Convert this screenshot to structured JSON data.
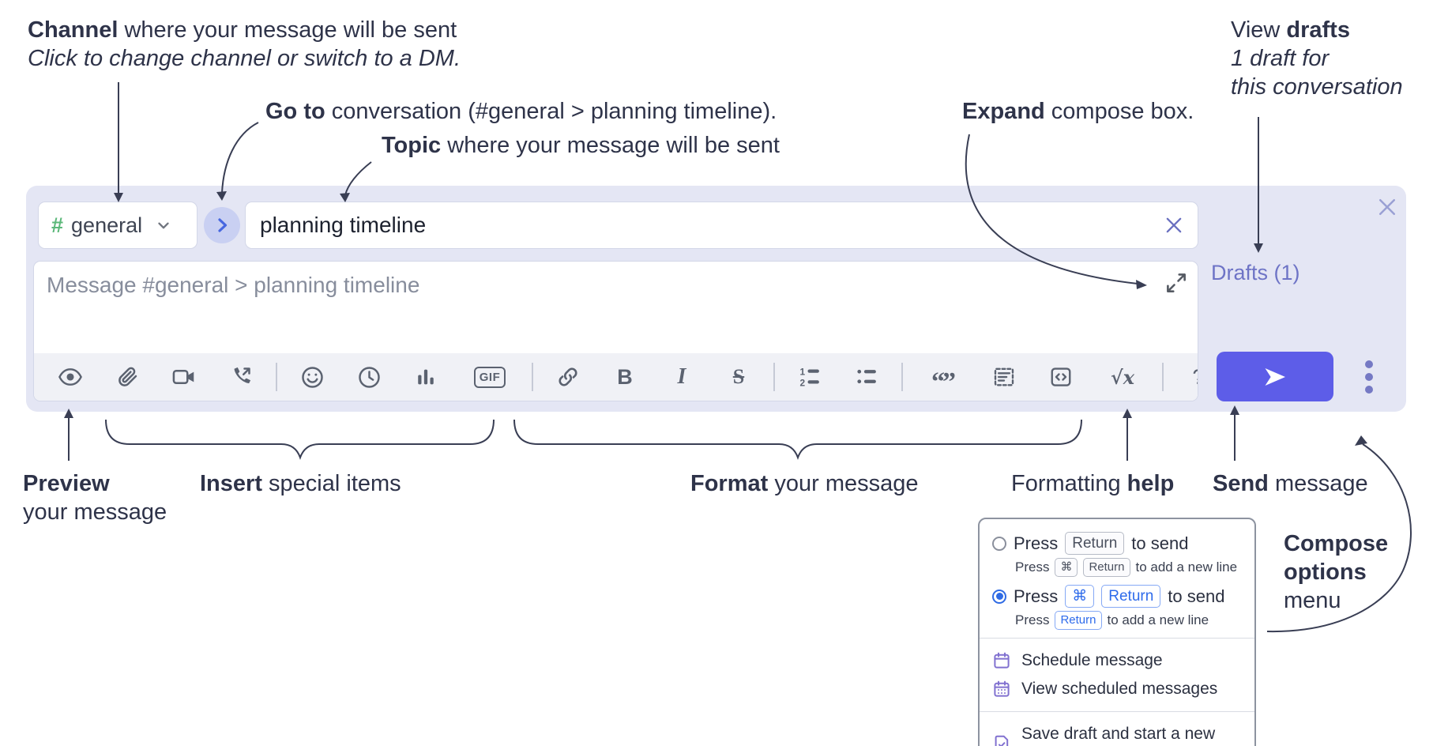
{
  "annotations": {
    "channel": {
      "bold": "Channel",
      "rest": " where your message will be sent",
      "line2": "Click to change channel or switch to a DM."
    },
    "go_to": {
      "bold": "Go to",
      "rest": " conversation (#general > planning timeline)."
    },
    "topic": {
      "bold": "Topic",
      "rest": " where your message will be sent"
    },
    "expand": {
      "bold": "Expand",
      "rest": " compose box."
    },
    "view_drafts": {
      "pre": "View ",
      "bold": "drafts",
      "line2": "1 draft for",
      "line3": "this conversation"
    },
    "preview": {
      "bold": "Preview",
      "line2": "your message"
    },
    "insert": {
      "bold": "Insert",
      "rest": " special items"
    },
    "format": {
      "bold": "Format",
      "rest": " your message"
    },
    "formatting_help": {
      "pre": "Formatting ",
      "bold": "help"
    },
    "send": {
      "bold": "Send",
      "rest": " message"
    },
    "compose_options": {
      "line1": "Compose",
      "line2": "options",
      "line3": "menu"
    }
  },
  "compose": {
    "channel": {
      "hash": "#",
      "name": "general"
    },
    "topic_value": "planning timeline",
    "message_placeholder": "Message #general > planning timeline",
    "drafts_link": "Drafts (1)",
    "toolbar": {
      "icons": [
        "preview",
        "attach-file",
        "video-call",
        "voice-call",
        "emoji",
        "global-time",
        "poll",
        "gif",
        "link",
        "bold",
        "italic",
        "strikethrough",
        "numbered-list",
        "bulleted-list",
        "quote",
        "spoiler",
        "code",
        "math",
        "help"
      ],
      "gif_text": "GIF",
      "bold_text": "B",
      "italic_text": "I",
      "strikethrough_text": "S",
      "quote_glyph": "“”",
      "math_text": "√x",
      "help_text": "?",
      "numbered_1": "1",
      "numbered_2": "2"
    }
  },
  "menu": {
    "options": [
      {
        "selected": false,
        "main": {
          "press": "Press",
          "keys": [
            "Return"
          ],
          "suffix": "to send"
        },
        "sub": {
          "press": "Press",
          "keys": [
            "⌘",
            "Return"
          ],
          "suffix": "to add a new line"
        }
      },
      {
        "selected": true,
        "main": {
          "press": "Press",
          "keys": [
            "⌘",
            "Return"
          ],
          "suffix": "to send"
        },
        "sub": {
          "press": "Press",
          "keys": [
            "Return"
          ],
          "suffix": "to add a new line"
        }
      }
    ],
    "items": [
      {
        "icon": "schedule-calendar-icon",
        "label": "Schedule message"
      },
      {
        "icon": "scheduled-messages-icon",
        "label": "View scheduled messages"
      },
      {
        "icon": "save-draft-icon",
        "label": "Save draft and start a new message"
      }
    ]
  },
  "colors": {
    "annotation_text": "#2e3349",
    "compose_bg": "#e4e6f4",
    "box_border": "#d3d7e8",
    "hash_green": "#5cb87a",
    "goto_circle_bg": "#c9d0f2",
    "goto_chevron": "#4767e0",
    "icon_gray": "#5b6270",
    "drafts_purple": "#6e74c6",
    "send_button": "#5d5de8",
    "dots_purple": "#7579c4",
    "radio_blue": "#2f6be4",
    "key_blue": "#2e6beb",
    "menu_icon_purple": "#8171d0",
    "close_x": "#9aa0d4",
    "clear_x": "#6a70c0"
  }
}
